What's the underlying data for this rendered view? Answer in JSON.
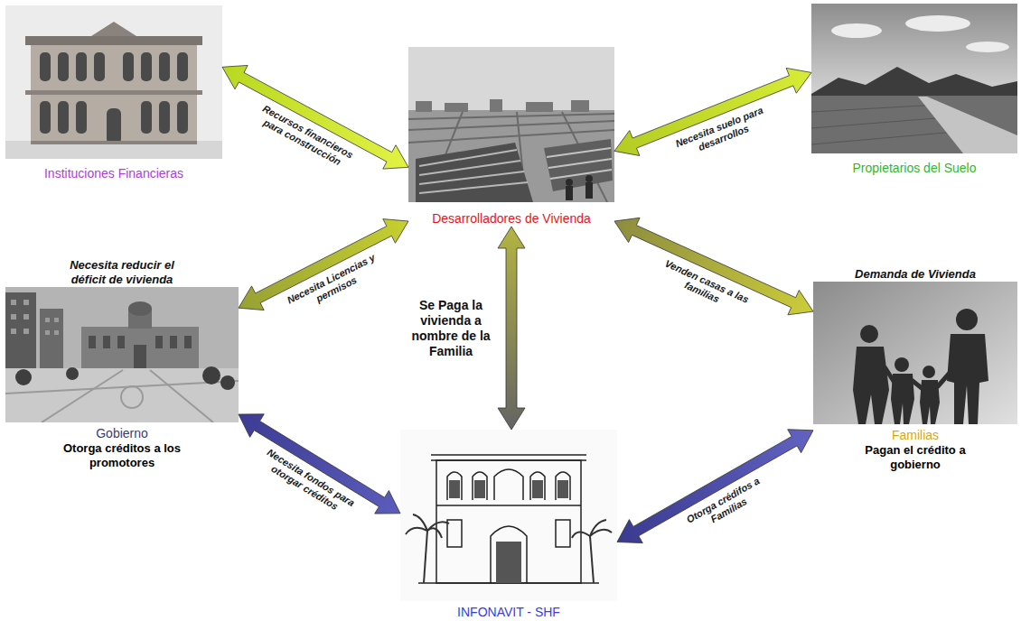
{
  "diagram": {
    "nodes": [
      {
        "text": [
          "Instituciones Financieras"
        ]
      },
      {
        "text": [
          "Desarrolladores de Vivienda"
        ]
      },
      {
        "text": [
          "Propietarios del Suelo"
        ]
      },
      {
        "text": [
          "Necesita reducir el déficit de vivienda",
          "Gobierno",
          "Otorga créditos a los promotores"
        ]
      },
      {
        "text": [
          "Demanda de Vivienda",
          "Familias",
          "Pagan el crédito a gobierno"
        ]
      },
      {
        "text": [
          "INFONAVIT - SHF"
        ]
      }
    ],
    "edges": [
      {
        "from": 0,
        "to": 1,
        "label": "Recursos financieros para construcción",
        "arrow": "both"
      },
      {
        "from": 1,
        "to": 2,
        "label": "Necesita suelo para desarrollos",
        "arrow": "both"
      },
      {
        "from": 3,
        "to": 1,
        "label": "Necesita Licencias y permisos",
        "arrow": "both"
      },
      {
        "from": 1,
        "to": 4,
        "label": "Venden casas a las familias",
        "arrow": "both"
      },
      {
        "from": 1,
        "to": 5,
        "label": "Se Paga la vivienda a nombre de la Familia",
        "arrow": "both"
      },
      {
        "from": 3,
        "to": 5,
        "label": "Necesita fondos para otorgar créditos",
        "arrow": "both"
      },
      {
        "from": 5,
        "to": 4,
        "label": "Otorga crédifos a Familias",
        "arrow": "both"
      }
    ]
  }
}
